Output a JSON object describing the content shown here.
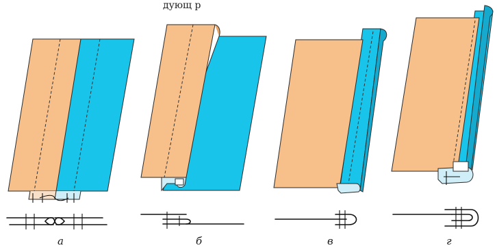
{
  "header_fragment": "дующ    р",
  "panels": [
    {
      "caption": "а"
    },
    {
      "caption": "б"
    },
    {
      "caption": "в"
    },
    {
      "caption": "г"
    }
  ],
  "colors": {
    "fabric_front": "#f7c08a",
    "fabric_back": "#19c4ea",
    "fold_light": "#cfeef7",
    "outline": "#111111"
  }
}
